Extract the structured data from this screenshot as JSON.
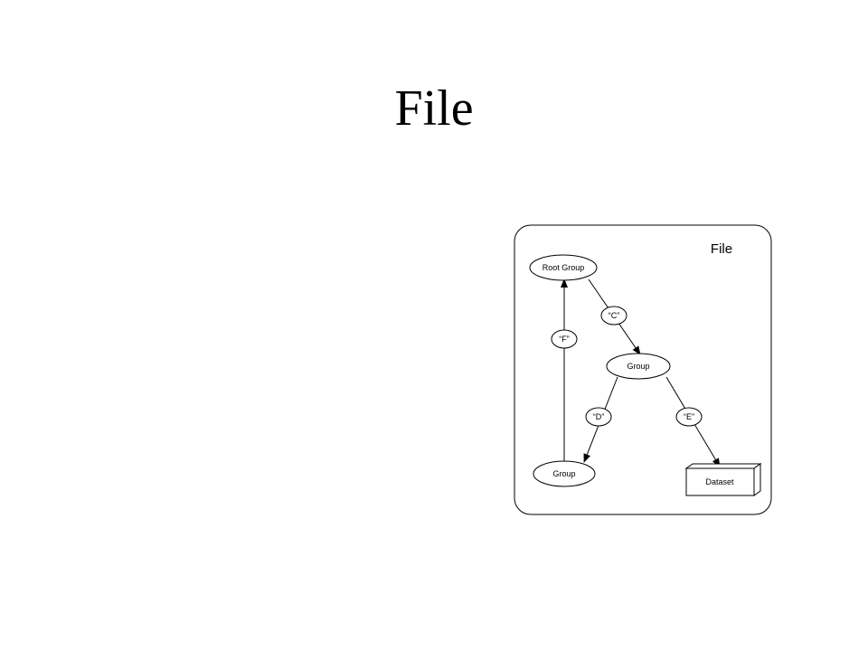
{
  "slide": {
    "title": "File"
  },
  "diagram": {
    "panel_title": "File",
    "nodes": {
      "root_group": "Root Group",
      "group_mid": "Group",
      "group_bottom": "Group",
      "dataset": "Dataset"
    },
    "edges": {
      "c": "“C”",
      "d": "“D”",
      "e": "“E”",
      "f": "“F”"
    }
  }
}
